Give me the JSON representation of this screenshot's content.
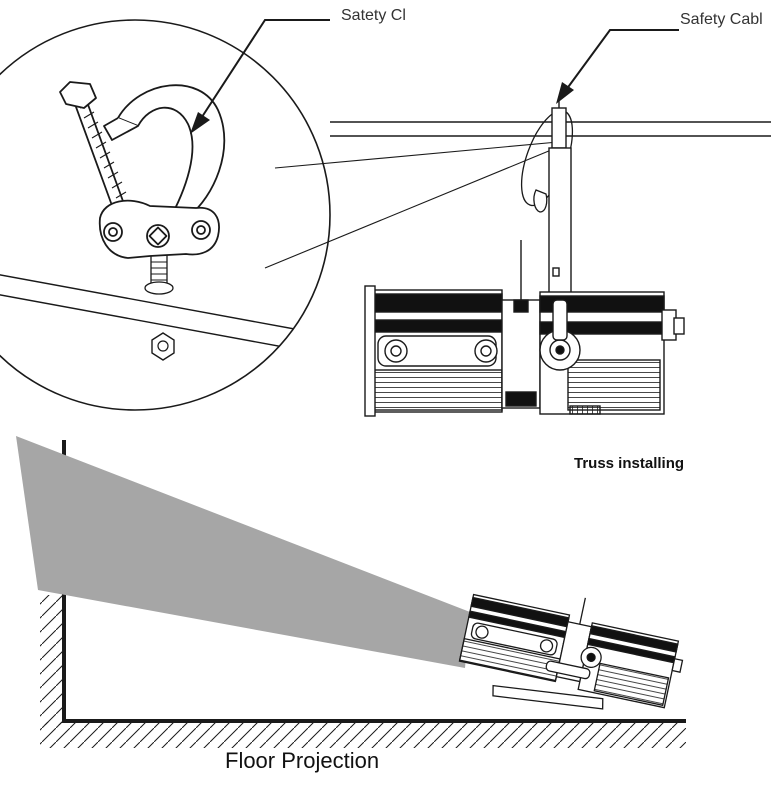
{
  "labels": {
    "safety_clamp": "Satety Cl",
    "safety_cable": "Safety Cabl",
    "truss_installing": "Truss installing",
    "floor_projection": "Floor Projection"
  },
  "colors": {
    "line": "#1a1a1a",
    "beam": "#a6a6a6",
    "fixture_fill": "#ffffff",
    "stripe": "#222222"
  },
  "icons": {
    "clamp": "half-coupler-clamp-icon",
    "fixture": "profile-spotlight-icon"
  }
}
